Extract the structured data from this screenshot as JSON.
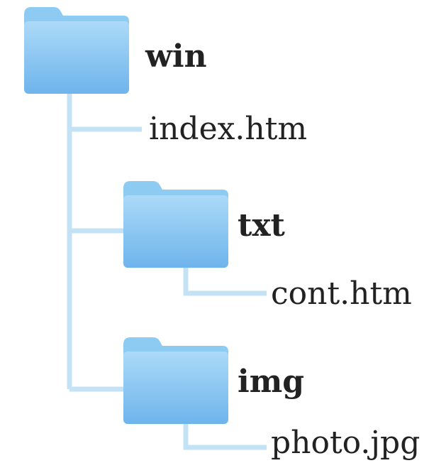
{
  "colors": {
    "folder_top": "#a9d9f7",
    "folder_bottom": "#74b9ee",
    "folder_tab": "#8ecbf3",
    "connector": "#c4e2f6",
    "text": "#222222"
  },
  "tree": {
    "root": {
      "name": "win",
      "icon": "folder-icon",
      "files": [
        "index.htm"
      ]
    },
    "subfolders": [
      {
        "name": "txt",
        "icon": "folder-icon",
        "files": [
          "cont.htm"
        ]
      },
      {
        "name": "img",
        "icon": "folder-icon",
        "files": [
          "photo.jpg"
        ]
      }
    ]
  }
}
